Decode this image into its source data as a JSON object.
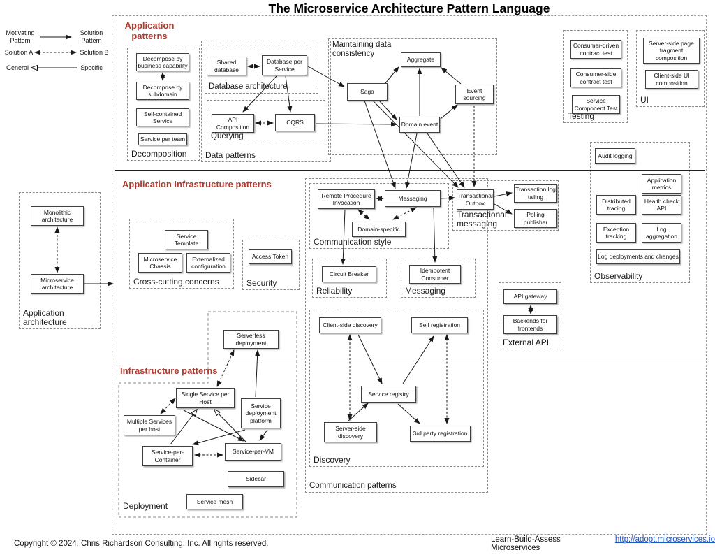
{
  "title": "The Microservice Architecture Pattern Language",
  "colors": {
    "heading": "#b03a2e",
    "link": "#1a56c4"
  },
  "legend": {
    "motivating": "Motivating Pattern",
    "solution_pattern": "Solution Pattern",
    "solution_a": "Solution A",
    "solution_b": "Solution B",
    "general": "General",
    "specific": "Specific"
  },
  "sections": {
    "application_patterns": "Application patterns",
    "application_infrastructure_patterns": "Application Infrastructure patterns",
    "infrastructure_patterns": "Infrastructure patterns"
  },
  "groups": {
    "decomposition": "Decomposition",
    "database_architecture": "Database architecture",
    "querying": "Querying",
    "data_patterns": "Data patterns",
    "maintaining_data_consistency": "Maintaining data consistency",
    "testing": "Testing",
    "ui": "UI",
    "observability": "Observability",
    "application_architecture": "Application architecture",
    "cross_cutting": "Cross-cutting concerns",
    "security": "Security",
    "communication_style": "Communication style",
    "transactional_messaging": "Transactional messaging",
    "reliability": "Reliability",
    "messaging": "Messaging",
    "external_api": "External API",
    "deployment": "Deployment",
    "discovery": "Discovery",
    "communication_patterns": "Communication patterns"
  },
  "nodes": {
    "decompose_business": "Decompose by business capability",
    "decompose_subdomain": "Decompose by subdomain",
    "self_contained": "Self-contained Service",
    "service_per_team": "Service per team",
    "shared_database": "Shared database",
    "database_per_service": "Database per Service",
    "api_composition": "API Composition",
    "cqrs": "CQRS",
    "aggregate": "Aggregate",
    "saga": "Saga",
    "event_sourcing": "Event sourcing",
    "domain_event": "Domain event",
    "consumer_driven_contract_test": "Consumer-driven contract test",
    "consumer_side_contract_test": "Consumer-side contract test",
    "service_component_test": "Service Component Test",
    "server_side_page": "Server-side page fragment composition",
    "client_side_ui": "Client-side UI composition",
    "audit_logging": "Audit logging",
    "application_metrics": "Application metrics",
    "distributed_tracing": "Distributed tracing",
    "health_check_api": "Health check API",
    "exception_tracking": "Exception tracking",
    "log_aggregation": "Log aggregation",
    "log_deployments": "Log deployments and changes",
    "monolithic": "Monolithic architecture",
    "microservice_architecture": "Microservice architecture",
    "service_template": "Service Template",
    "microservice_chassis": "Microservice Chassis",
    "externalized_configuration": "Externalized configuration",
    "access_token": "Access Token",
    "rpi": "Remote Procedure Invocation",
    "messaging": "Messaging",
    "domain_specific": "Domain-specific",
    "transactional_outbox": "Transactional Outbox",
    "transaction_log_tailing": "Transaction log tailing",
    "polling_publisher": "Polling publisher",
    "circuit_breaker": "Circuit Breaker",
    "idempotent_consumer": "Idempotent Consumer",
    "api_gateway": "API gateway",
    "backends_for_frontends": "Backends for frontends",
    "serverless_deployment": "Serverless deployment",
    "single_service_per_host": "Single Service per Host",
    "service_deployment_platform": "Service deployment platform",
    "multiple_services_per_host": "Multiple Services per host",
    "service_per_container": "Service-per-Container",
    "service_per_vm": "Service-per-VM",
    "sidecar": "Sidecar",
    "service_mesh": "Service mesh",
    "client_side_discovery": "Client-side discovery",
    "self_registration": "Self registration",
    "service_registry": "Service registry",
    "server_side_discovery": "Server-side discovery",
    "third_party_registration": "3rd party registration"
  },
  "footer": {
    "copyright": "Copyright © 2024. Chris Richardson Consulting, Inc. All rights reserved.",
    "tagline": "Learn-Build-Assess Microservices",
    "link": "http://adopt.microservices.io"
  }
}
